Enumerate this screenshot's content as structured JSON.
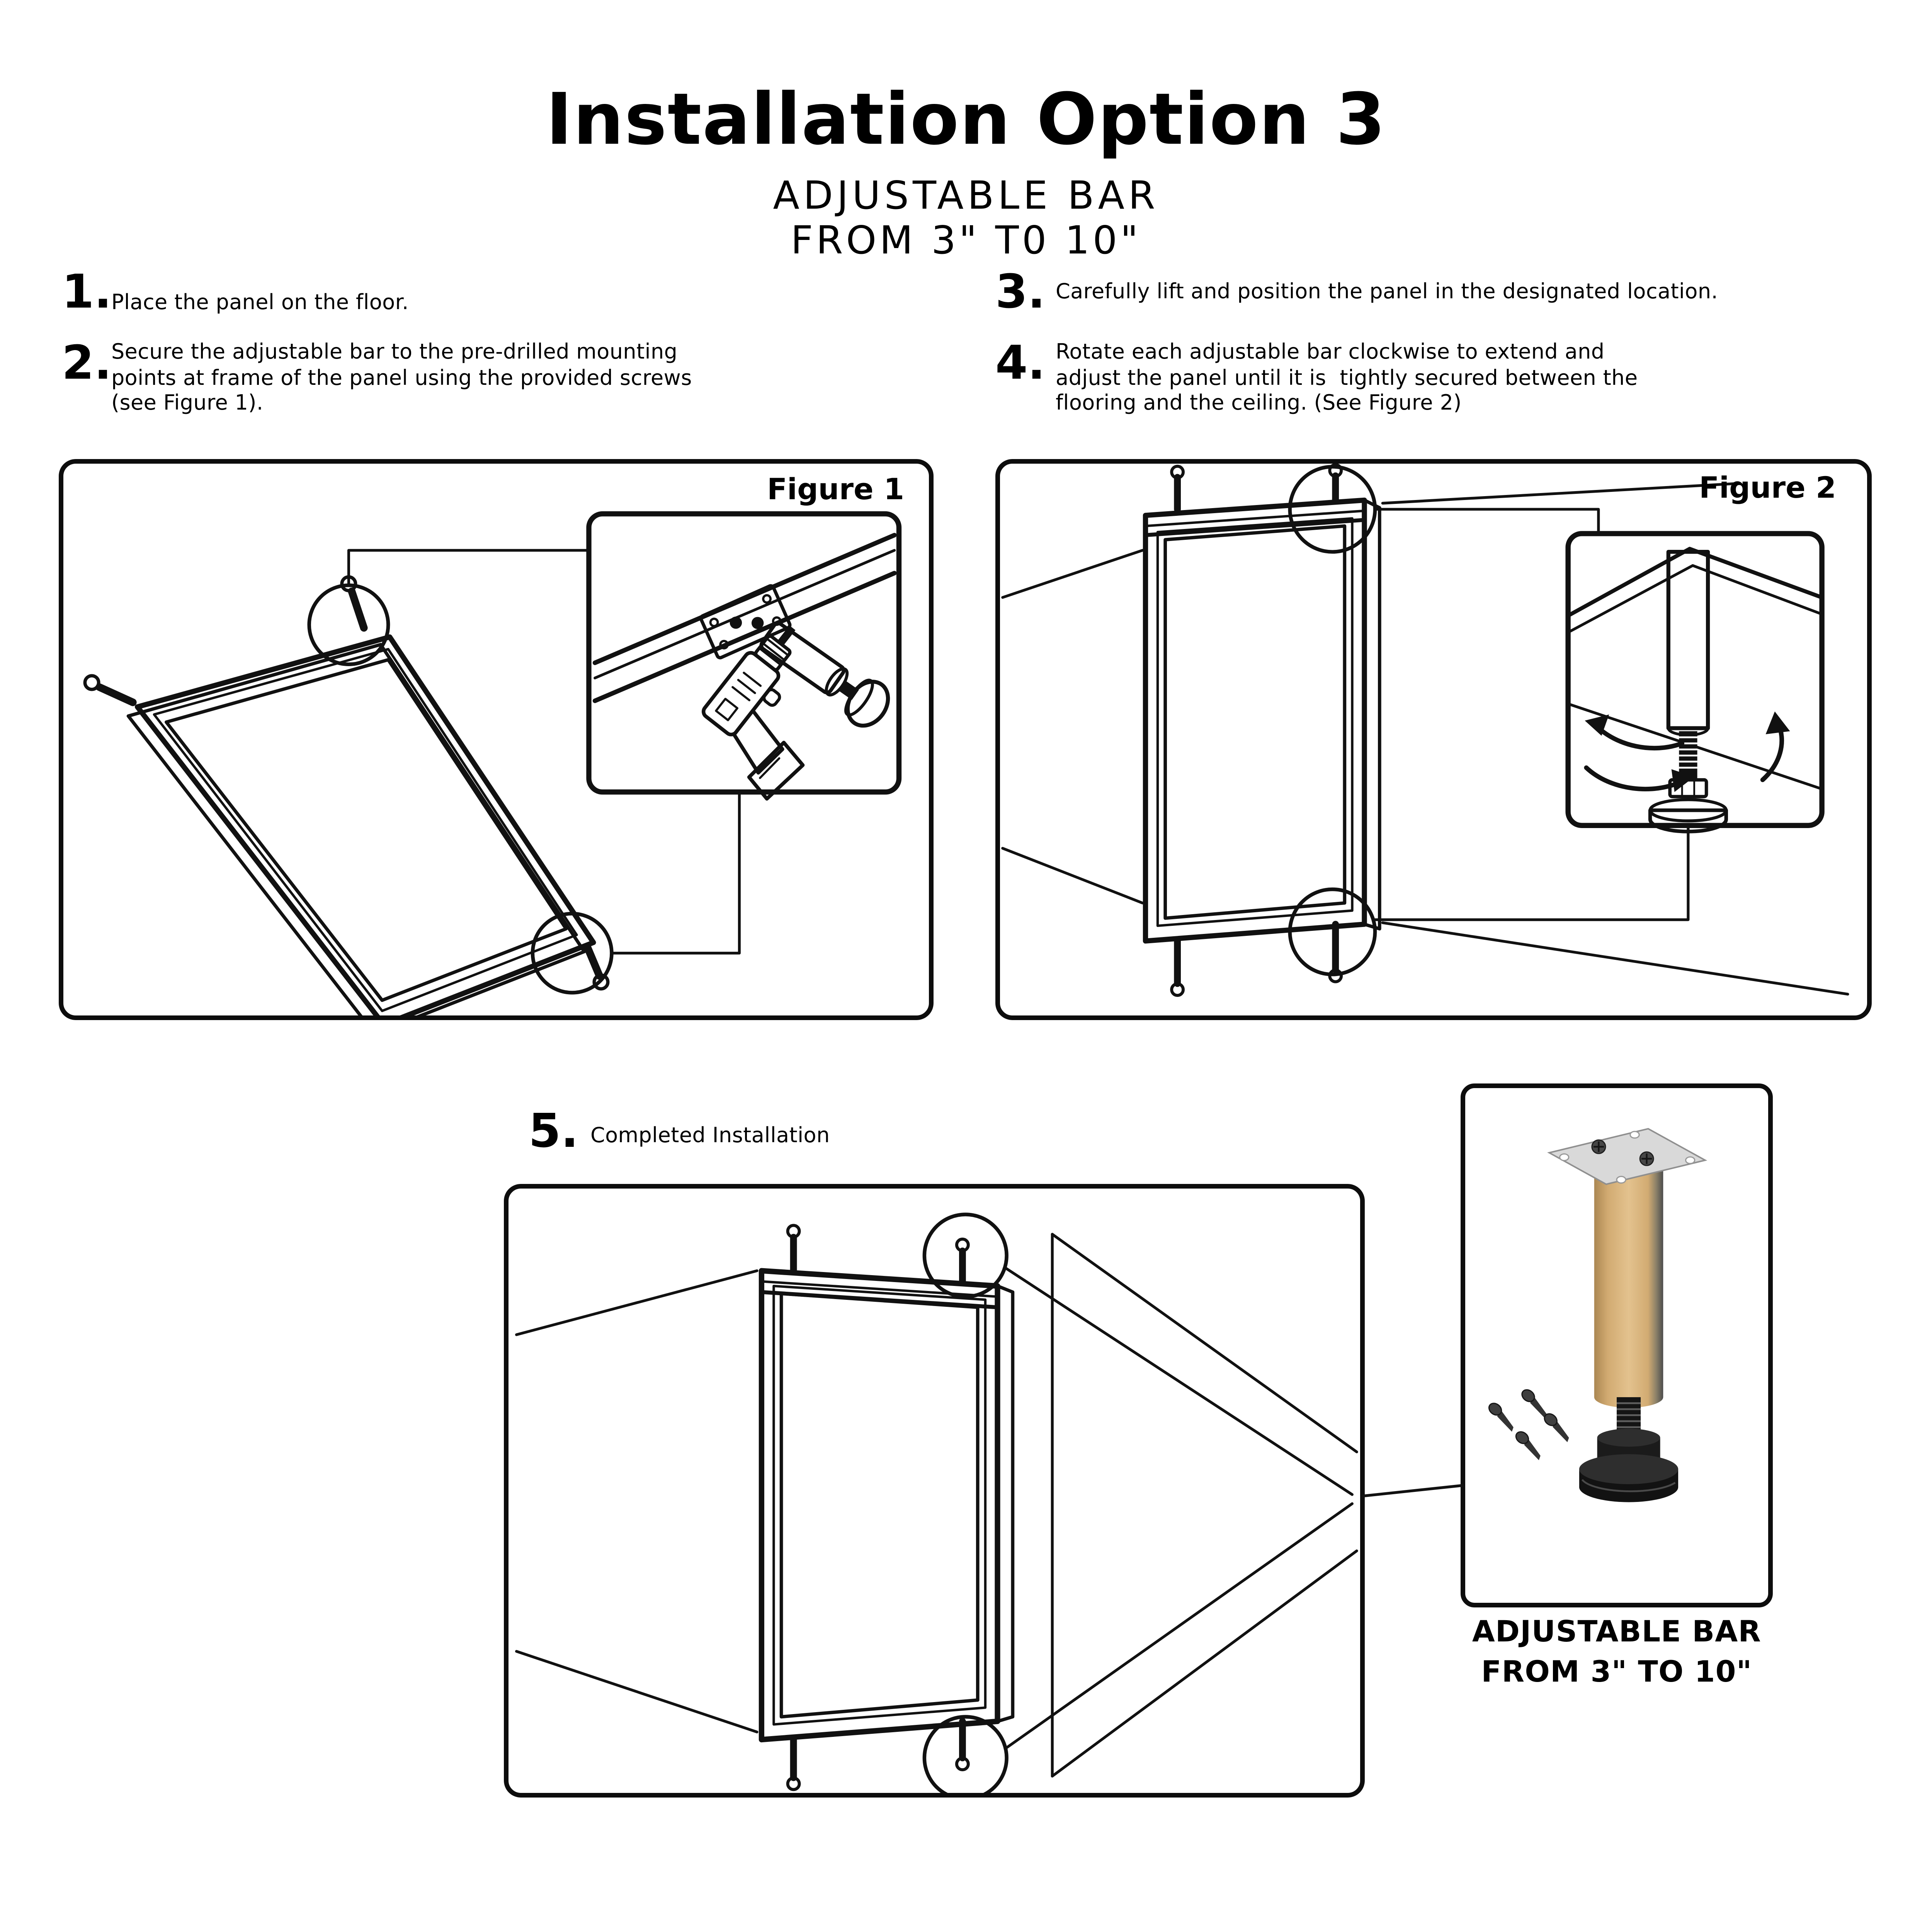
{
  "title": {
    "line1": "Installation Option 3",
    "line2": "ADJUSTABLE BAR",
    "line3": "FROM 3\" T0 10\""
  },
  "steps": [
    {
      "number": "1.",
      "text": "Place the panel on the floor."
    },
    {
      "number": "2.",
      "text": "Secure the adjustable bar to the pre-drilled mounting\npoints at frame of the panel using the provided screws\n(see Figure 1)."
    },
    {
      "number": "3.",
      "text": "Carefully lift and position the panel in the designated location."
    },
    {
      "number": "4.",
      "text": "Rotate each adjustable bar clockwise to extend and\nadjust the panel until it is  tightly secured between the\nflooring and the ceiling. (See Figure 2)"
    },
    {
      "number": "5.",
      "text": "Completed Installation"
    }
  ],
  "figure1": {
    "label": "Figure 1"
  },
  "figure2": {
    "label": "Figure 2"
  },
  "side_panel": {
    "label_line1": "ADJUSTABLE BAR",
    "label_line2": "FROM 3\" TO 10\""
  },
  "colors": {
    "ink": "#111111",
    "wood_light": "#e3c28e",
    "wood_mid": "#d2ab72",
    "wood_dark": "#ab8752",
    "wood_shadow": "#4c4c4c",
    "wood_top": "#c9a369",
    "plate": "#d9d9d9",
    "plate_edge": "#8f8f8f",
    "screw": "#3f3f3f",
    "screw_head": "#474747",
    "foot": "#121212",
    "foot_top": "#2e2e2e",
    "background": "#ffffff"
  }
}
